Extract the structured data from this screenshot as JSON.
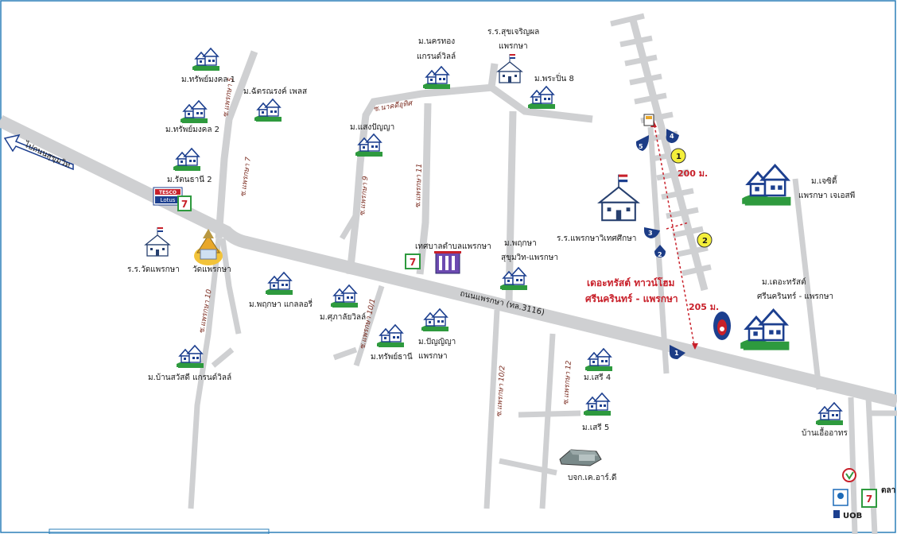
{
  "colors": {
    "road": "#cfd0d2",
    "house_green": "#2e9a3e",
    "house_blue": "#1c3f8f",
    "accent_red": "#c8202a",
    "marker_navy": "#1c3c86",
    "marker_yellow": "#f4ef3a",
    "frame": "#2b7fb8"
  },
  "direction_label": "ไปถนนสุขุมวิท",
  "roads": {
    "main": "ถนนแพรกษา (ทล.3116)",
    "soi_5": "ซ.แพรกษา 5",
    "soi_7": "ซ.แพรกษา 7",
    "soi_9": "ซ.แพรกษา 9",
    "soi_11": "ซ.แพรกษา 11",
    "soi_10": "ซ.แพรกษา 10",
    "soi_10_1": "ซ.แพรกษา 10/1",
    "soi_10_2": "ซ.แพรกษา 10/2",
    "soi_12": "ซ.แพรกษา 12",
    "soi_nak": "ซ.นาคดีอุทิศ"
  },
  "places": {
    "sap_mongkol_1": "ม.ทรัพย์มงคล 1",
    "sap_mongkol_2": "ม.ทรัพย์มงคล 2",
    "rattanathani_2": "ม.รัตนธานี 2",
    "chattarong": "ม.ฉัตรณรงค์ เพลส",
    "nakhonthong_1": "ม.นครทอง",
    "nakhonthong_2": "แกรนด์วิลล์",
    "school_suk_1": "ร.ร.สุขเจริญผล",
    "school_suk_2": "แพรกษา",
    "praphin_8": "ม.พระปิ่น 8",
    "saengpanya": "ม.แสงปัญญา",
    "school_wat": "ร.ร.วัดแพรกษา",
    "wat": "วัดแพรกษา",
    "municipal": "เทศบาลตำบลแพรกษา",
    "pruksa_suk_1": "ม.พฤกษา",
    "pruksa_suk_2": "สุขุมวิท-แพรกษา",
    "pruksa_gallery": "ม.พฤกษา แกลลอรี่",
    "supalai": "ม.ศุภาลัยวิลล์",
    "sap_thani": "ม.ทรัพย์ธานี",
    "panya_1": "ม.ปัญญิญา",
    "panya_2": "แพรกษา",
    "baan_sawasdee": "ม.บ้านสวัสดี แกรนด์วิลล์",
    "saeri_4": "ม.เสรี 4",
    "saeri_5": "ม.เสรี 5",
    "kard": "บจก.เค.อาร์.ดี",
    "school_tech": "ร.ร.แพรกษาวิเทศศึกษา",
    "project_1": "เดอะทรัสต์ ทาวน์โฮม",
    "project_2": "ศรีนครินทร์ - แพรกษา",
    "dist_200": "200 ม.",
    "dist_205": "205 ม.",
    "chichi_1": "ม.เจซิตี้",
    "chichi_2": "แพรกษา เจเอสพี",
    "trust_1": "ม.เดอะทรัสต์",
    "trust_2": "ศรีนครินทร์ - แพรกษา",
    "baan_ua": "บ้านเอื้ออาทร",
    "uob": "UOB",
    "market": "ตลา"
  },
  "brands": {
    "tesco": "TESCO",
    "lotus": "Lotus",
    "seven": "7"
  },
  "markers": [
    "1",
    "2",
    "3",
    "4",
    "5"
  ],
  "circles": [
    "1",
    "2"
  ]
}
